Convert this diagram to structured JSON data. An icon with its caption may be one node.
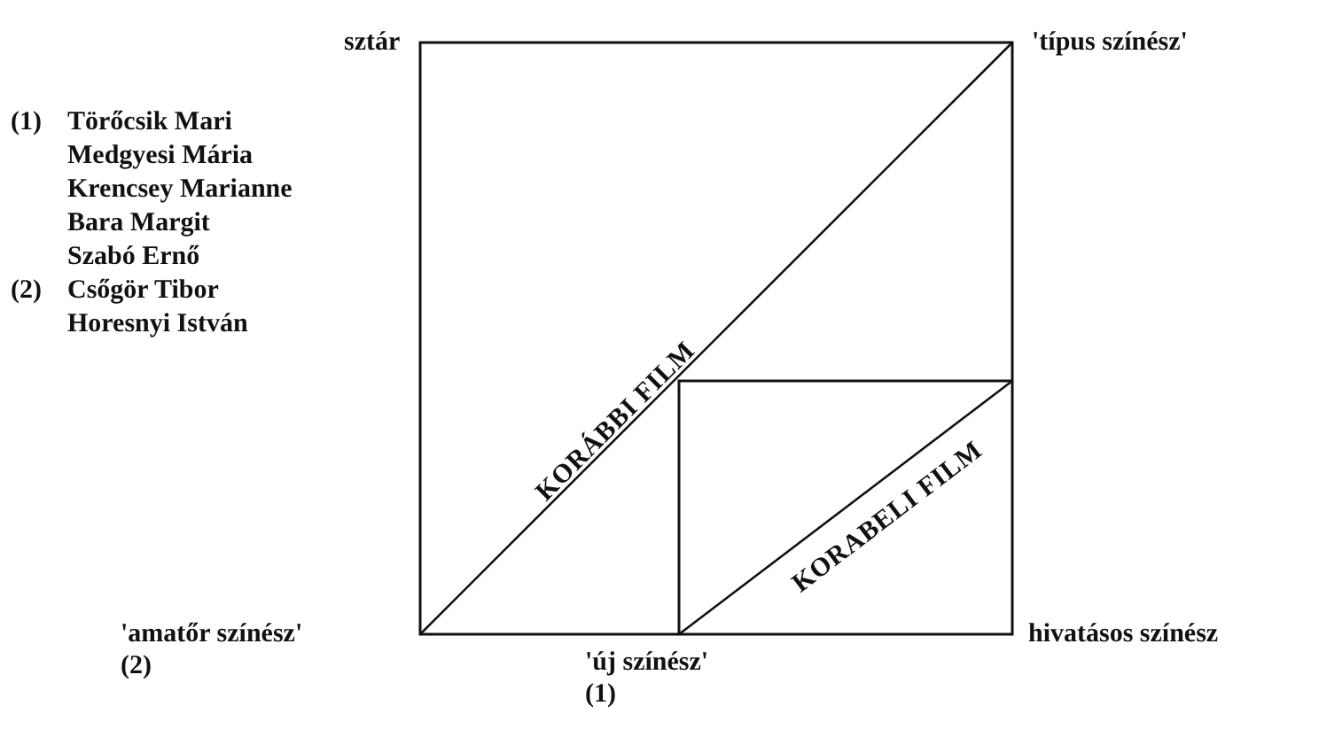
{
  "diagram": {
    "labels": [
      "sztár",
      "'típus színész'",
      "(1)",
      "Törőcsik Mari",
      "Medgyesi Mária",
      "Krencsey Marianne",
      "Bara Margit",
      "Szabó Ernő",
      "(2)",
      "Csőgör Tibor",
      "Horesnyi István",
      "KORÁBBI FILM",
      "KORABELI FILM",
      "'amatőr színész'",
      "hivatásos színész",
      "(2)",
      "'új színész'",
      "(1)"
    ]
  }
}
